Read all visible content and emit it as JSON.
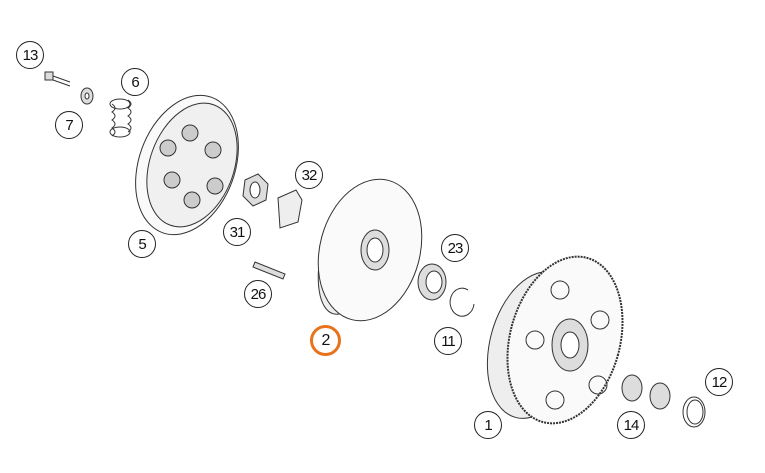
{
  "diagram": {
    "highlight_color": "#e8731c",
    "callouts": [
      {
        "label": "13",
        "part": "bolt"
      },
      {
        "label": "7",
        "part": "washer"
      },
      {
        "label": "6",
        "part": "spring"
      },
      {
        "label": "5",
        "part": "pressure-plate"
      },
      {
        "label": "31",
        "part": "nut"
      },
      {
        "label": "32",
        "part": "lock-washer"
      },
      {
        "label": "26",
        "part": "pin"
      },
      {
        "label": "2",
        "part": "inner-clutch-hub",
        "active": true
      },
      {
        "label": "23",
        "part": "thrust-washer"
      },
      {
        "label": "11",
        "part": "circlip"
      },
      {
        "label": "1",
        "part": "outer-clutch-basket"
      },
      {
        "label": "14",
        "part": "needle-bearing"
      },
      {
        "label": "12",
        "part": "washer-ring"
      }
    ]
  }
}
